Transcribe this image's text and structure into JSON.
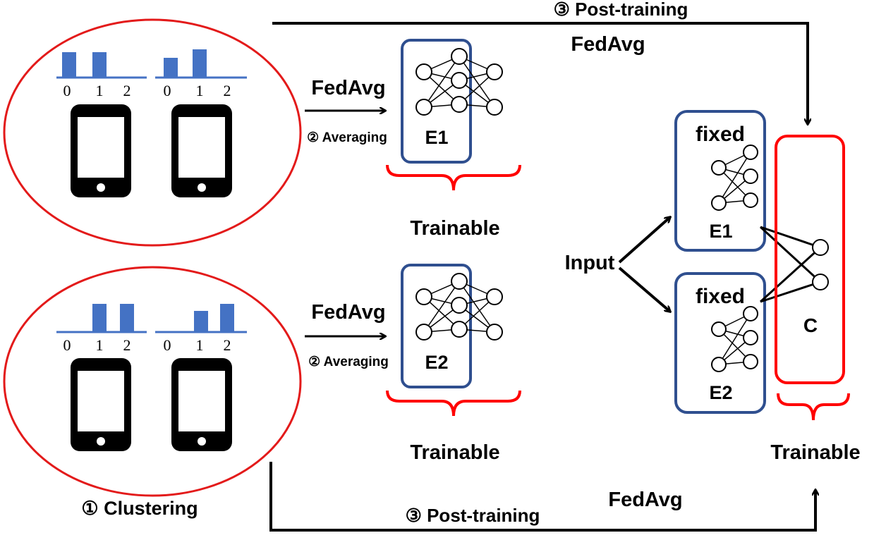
{
  "labels": {
    "clustering": "① Clustering",
    "post_training_top": "③ Post-training",
    "post_training_bottom": "③ Post-training",
    "fedavg_top": "FedAvg",
    "fedavg_bottom": "FedAvg",
    "fedavg_e1": "FedAvg",
    "fedavg_e2": "FedAvg",
    "averaging_e1": "② Averaging",
    "averaging_e2": "② Averaging",
    "trainable_e1": "Trainable",
    "trainable_e2": "Trainable",
    "trainable_c": "Trainable",
    "input": "Input",
    "fixed_e1": "fixed",
    "fixed_e2": "fixed",
    "expert_e1": "E1",
    "expert_e2": "E2",
    "expert_e1_right": "E1",
    "expert_e2_right": "E2",
    "classifier": "C"
  },
  "histograms": {
    "tick_labels": [
      "0",
      "1",
      "2"
    ],
    "cluster_1": {
      "device_a": [
        0.9,
        0.9,
        0
      ],
      "device_b": [
        0.7,
        1.0,
        0
      ]
    },
    "cluster_2": {
      "device_a": [
        0,
        1.0,
        1.0
      ],
      "device_b": [
        0,
        0.75,
        1.0
      ]
    }
  },
  "colors": {
    "cluster_ring": "#e31a1a",
    "bar": "#4472c4",
    "expert_box": "#2f4f8f",
    "brace": "#ff0000",
    "arrow": "#000000"
  }
}
